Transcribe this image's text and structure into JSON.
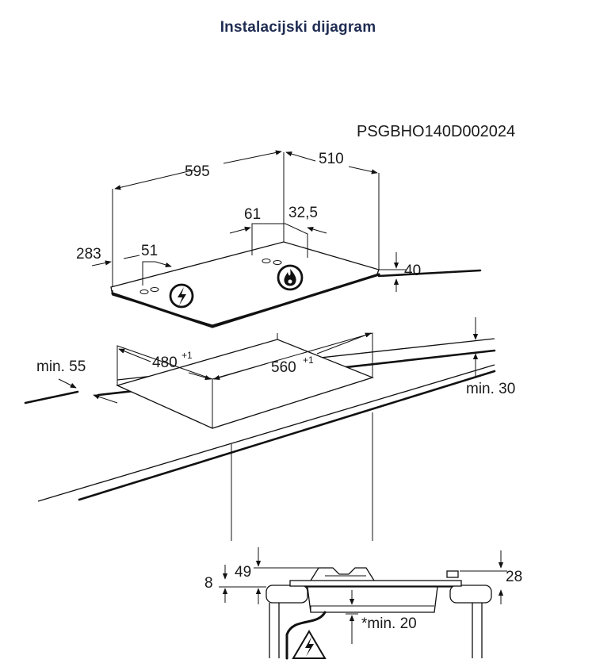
{
  "title": "Instalacijski dijagram",
  "model_code": "PSGBHO140D002024",
  "dimensions": {
    "width": "595",
    "depth": "510",
    "gas_offset_x": "61",
    "gas_offset_y": "32,5",
    "elec_offset_x": "283",
    "elec_offset_y": "51",
    "height": "40",
    "cutout_depth": "480",
    "cutout_depth_tol": "+1",
    "cutout_width": "560",
    "cutout_width_tol": "+1",
    "min_front": "min. 55",
    "min_worktop": "min. 30",
    "side_8": "8",
    "side_49": "49",
    "side_28": "28",
    "min_below": "*min. 20"
  },
  "colors": {
    "title": "#1f2c52",
    "line": "#111111"
  },
  "icons": [
    "electric-connection-icon",
    "gas-connection-icon",
    "electric-warning-icon"
  ]
}
